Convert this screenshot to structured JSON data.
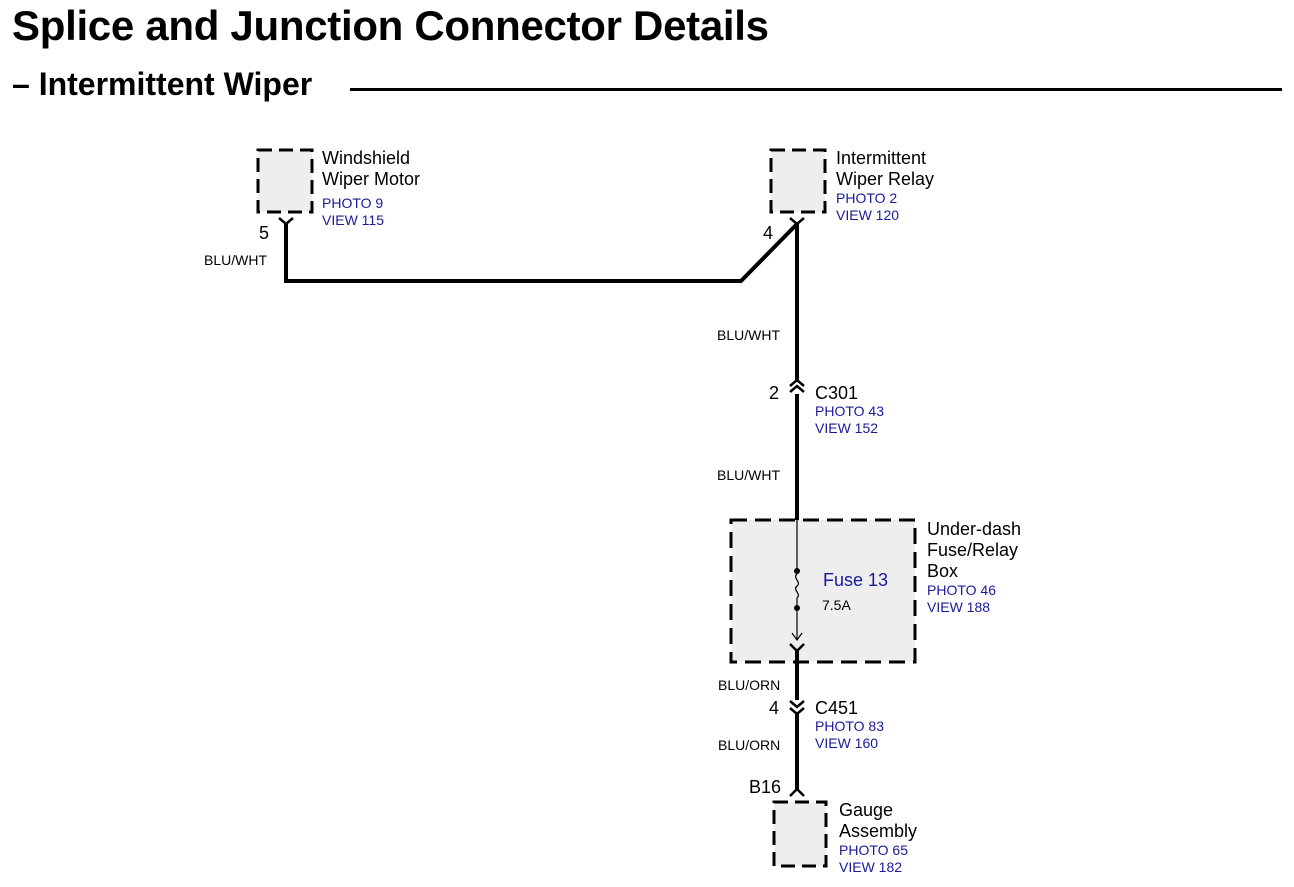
{
  "header": {
    "title": "Splice and Junction Connector Details",
    "subtitle": "– Intermittent Wiper"
  },
  "components": {
    "wiper_motor": {
      "name_line1": "Windshield",
      "name_line2": "Wiper Motor",
      "photo": "PHOTO 9",
      "view": "VIEW 115",
      "pin": "5"
    },
    "wiper_relay": {
      "name_line1": "Intermittent",
      "name_line2": "Wiper Relay",
      "photo": "PHOTO 2",
      "view": "VIEW 120",
      "pin": "4"
    },
    "fuse_box": {
      "name_line1": "Under-dash",
      "name_line2": "Fuse/Relay",
      "name_line3": "Box",
      "photo": "PHOTO 46",
      "view": "VIEW 188"
    },
    "gauge_assembly": {
      "name_line1": "Gauge",
      "name_line2": "Assembly",
      "photo": "PHOTO 65",
      "view": "VIEW 182",
      "pin": "B16"
    }
  },
  "connectors": {
    "c301": {
      "name": "C301",
      "pin": "2",
      "photo": "PHOTO 43",
      "view": "VIEW 152"
    },
    "c451": {
      "name": "C451",
      "pin": "4",
      "photo": "PHOTO 83",
      "view": "VIEW 160"
    }
  },
  "fuse": {
    "name": "Fuse 13",
    "rating": "7.5A"
  },
  "wires": {
    "motor_to_relay": "BLU/WHT",
    "relay_to_c301": "BLU/WHT",
    "c301_to_fusebox": "BLU/WHT",
    "fusebox_to_c451": "BLU/ORN",
    "c451_to_gauge": "BLU/ORN"
  },
  "colors": {
    "reference_text": "#1a1a99",
    "component_fill": "#eeeeee",
    "wire": "#000000"
  }
}
